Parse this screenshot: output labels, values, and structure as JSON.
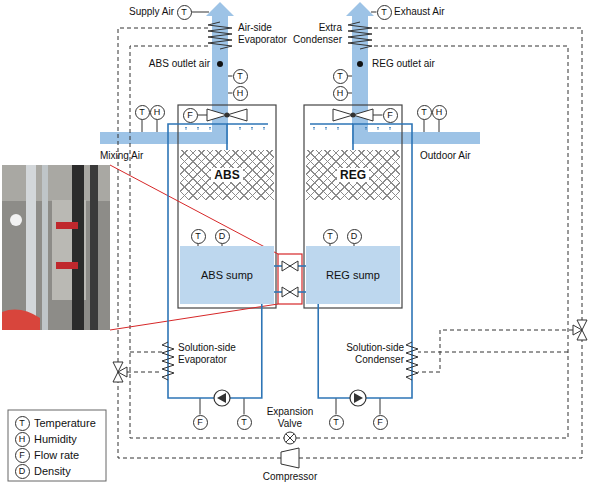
{
  "diagram": {
    "nodes": [
      {
        "text": [
          "T"
        ]
      },
      {
        "text": [
          "T"
        ]
      },
      {
        "text": [
          "T"
        ]
      },
      {
        "text": [
          "T"
        ]
      },
      {
        "text": [
          "H"
        ]
      },
      {
        "text": [
          "H"
        ]
      },
      {
        "text": [
          "T"
        ]
      },
      {
        "text": [
          "H"
        ]
      },
      {
        "text": [
          "F"
        ]
      },
      {
        "text": [
          "F"
        ]
      },
      {
        "text": [
          "T"
        ]
      },
      {
        "text": [
          "H"
        ]
      },
      {
        "text": [
          "ABS"
        ]
      },
      {
        "text": [
          "REG"
        ]
      },
      {
        "text": [
          "T"
        ]
      },
      {
        "text": [
          "D"
        ]
      },
      {
        "text": [
          "T"
        ]
      },
      {
        "text": [
          "D"
        ]
      },
      {
        "text": [
          "ABS sump"
        ]
      },
      {
        "text": [
          "REG sump"
        ]
      },
      {
        "text": [
          "F"
        ]
      },
      {
        "text": [
          "T"
        ]
      },
      {
        "text": [
          "T"
        ]
      },
      {
        "text": [
          "F"
        ]
      },
      {
        "text": [
          "T"
        ]
      },
      {
        "text": [
          "H"
        ]
      },
      {
        "text": [
          "F"
        ]
      },
      {
        "text": [
          "D"
        ]
      }
    ],
    "edges": [
      {
        "from": 18,
        "to": 12,
        "arrow": "none"
      },
      {
        "from": 19,
        "to": 13,
        "arrow": "none"
      },
      {
        "from": 18,
        "to": 19,
        "arrow": "none"
      },
      {
        "from": 18,
        "to": 19,
        "arrow": "none"
      },
      {
        "from": 14,
        "to": 18,
        "arrow": "none"
      },
      {
        "from": 15,
        "to": 18,
        "arrow": "none"
      },
      {
        "from": 16,
        "to": 19,
        "arrow": "none"
      },
      {
        "from": 17,
        "to": 19,
        "arrow": "none"
      }
    ],
    "labels": [
      "Supply Air",
      "Exhaust Air",
      "Air-side Evaporator",
      "Extra Condenser",
      "ABS outlet air",
      "REG outlet air",
      "Mixing Air",
      "Outdoor Air",
      "Solution-side Evaporator",
      "Solution-side Condenser",
      "Expansion Valve",
      "Compressor"
    ],
    "legend": [
      {
        "text": "Temperature"
      },
      {
        "text": "Humidity"
      },
      {
        "text": "Flow rate"
      },
      {
        "text": "Density"
      }
    ]
  }
}
